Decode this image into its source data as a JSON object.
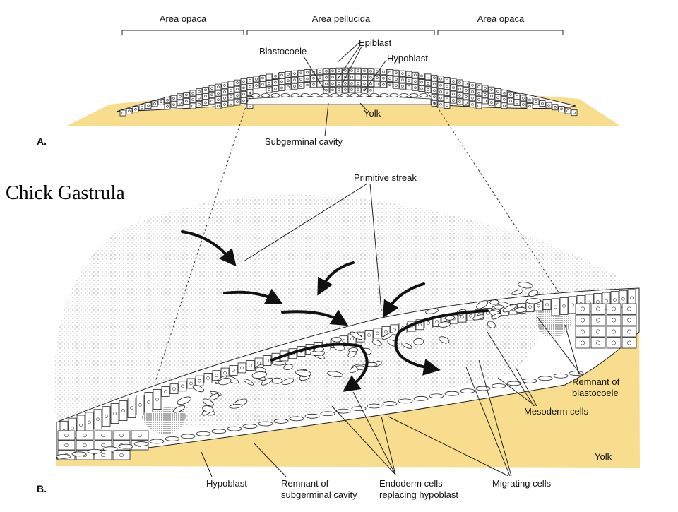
{
  "title": "Chick Gastrula",
  "panel_a": {
    "label": "A.",
    "regions": [
      "Area opaca",
      "Area pellucida",
      "Area opaca"
    ],
    "labels": {
      "epiblast": "Epiblast",
      "blastocoele": "Blastocoele",
      "hypoblast": "Hypoblast",
      "yolk": "Yolk",
      "subgerminal_cavity": "Subgerminal cavity"
    }
  },
  "panel_b": {
    "label": "B.",
    "labels": {
      "primitive_streak": "Primitive streak",
      "remnant_blastocoele": [
        "Remnant of",
        "blastocoele"
      ],
      "mesoderm_cells": "Mesoderm cells",
      "yolk": "Yolk",
      "hypoblast": "Hypoblast",
      "remnant_subgerminal": [
        "Remnant of",
        "subgerminal cavity"
      ],
      "endoderm_cells": [
        "Endoderm cells",
        "replacing hypoblast"
      ],
      "migrating_cells": "Migrating cells"
    }
  },
  "colors": {
    "yolk": "#f8dd8f",
    "stipple": "#555555",
    "cell_outline": "#222222"
  }
}
